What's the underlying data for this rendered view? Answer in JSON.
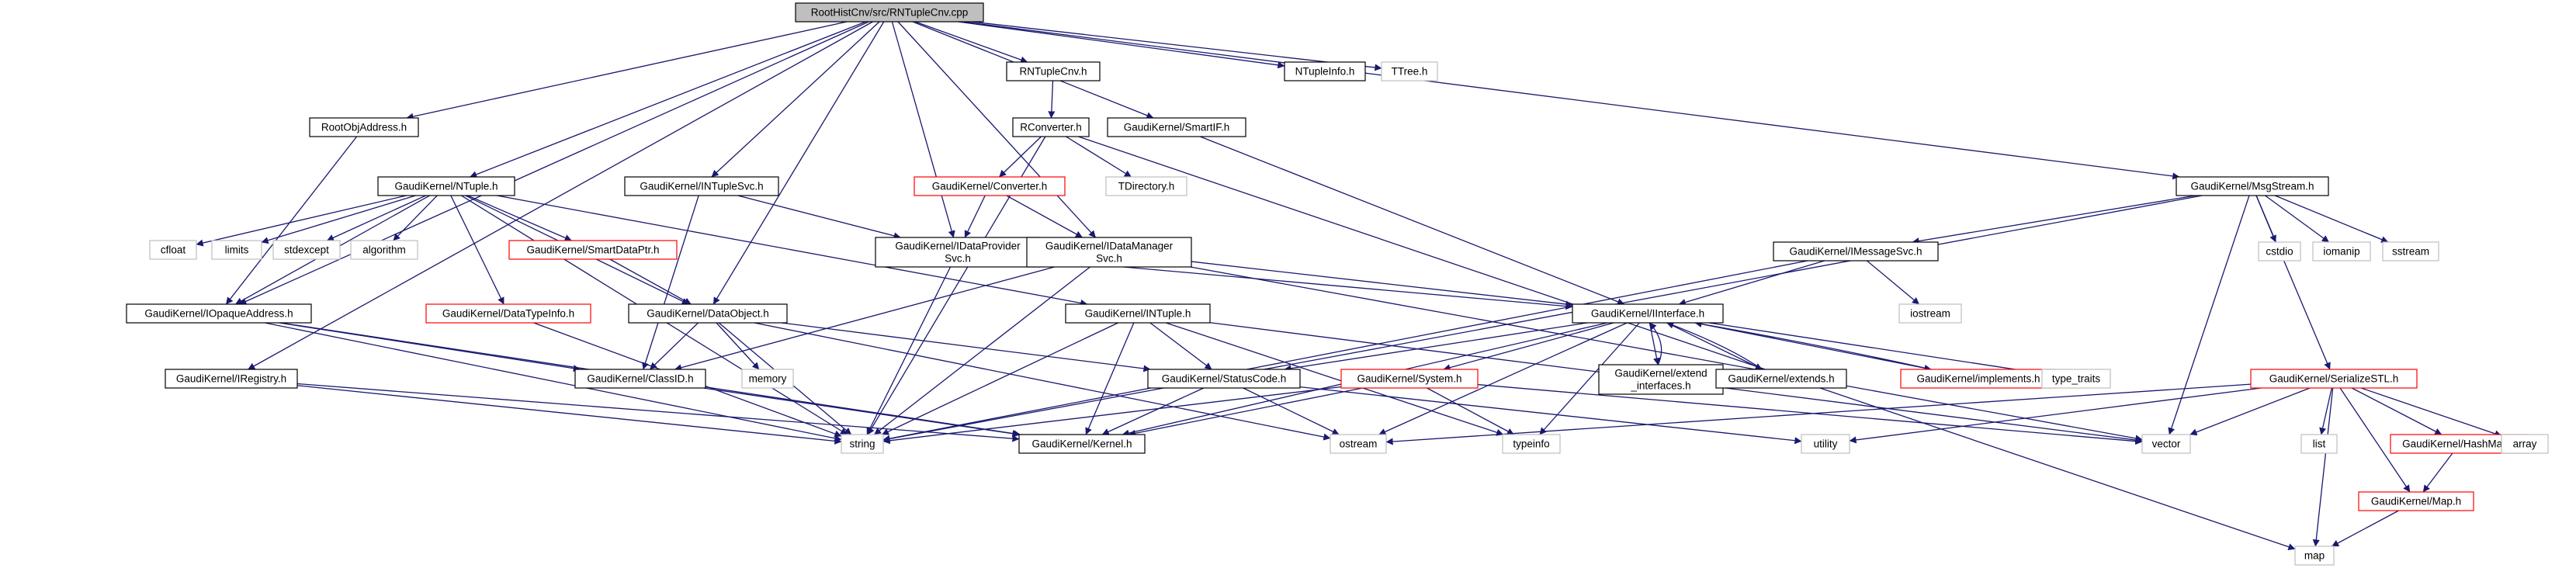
{
  "colors": {
    "edge": "#191970",
    "border_doc": "#000000",
    "border_missing": "#bfbfbf",
    "border_incomplete": "#ff0000",
    "root_fill": "#bfbfbf",
    "text": "#000000"
  },
  "nodes": [
    {
      "id": "root",
      "label": "RootHistCnv/src/RNTupleCnv.cpp",
      "kind": "root"
    },
    {
      "id": "rntuplecnv",
      "label": "RNTupleCnv.h",
      "kind": "doc"
    },
    {
      "id": "ntupleinfo",
      "label": "NTupleInfo.h",
      "kind": "doc"
    },
    {
      "id": "ttree",
      "label": "TTree.h",
      "kind": "missing"
    },
    {
      "id": "rootobjaddr",
      "label": "RootObjAddress.h",
      "kind": "doc"
    },
    {
      "id": "rconverter",
      "label": "RConverter.h",
      "kind": "doc"
    },
    {
      "id": "smartif",
      "label": "GaudiKernel/SmartIF.h",
      "kind": "doc"
    },
    {
      "id": "ntuple",
      "label": "GaudiKernel/NTuple.h",
      "kind": "doc"
    },
    {
      "id": "intuplesvc",
      "label": "GaudiKernel/INTupleSvc.h",
      "kind": "doc"
    },
    {
      "id": "converter",
      "label": "GaudiKernel/Converter.h",
      "kind": "incomplete"
    },
    {
      "id": "tdirectory",
      "label": "TDirectory.h",
      "kind": "missing"
    },
    {
      "id": "msgstream",
      "label": "GaudiKernel/MsgStream.h",
      "kind": "doc"
    },
    {
      "id": "cfloat",
      "label": "cfloat",
      "kind": "missing"
    },
    {
      "id": "limits",
      "label": "limits",
      "kind": "missing"
    },
    {
      "id": "stdexcept",
      "label": "stdexcept",
      "kind": "missing"
    },
    {
      "id": "algorithm",
      "label": "algorithm",
      "kind": "missing"
    },
    {
      "id": "smartdataptr",
      "label": "GaudiKernel/SmartDataPtr.h",
      "kind": "incomplete"
    },
    {
      "id": "idataprovider",
      "label": [
        "GaudiKernel/IDataProvider",
        "Svc.h"
      ],
      "kind": "doc"
    },
    {
      "id": "idatamanager",
      "label": [
        "GaudiKernel/IDataManager",
        "Svc.h"
      ],
      "kind": "doc"
    },
    {
      "id": "imessagesvc",
      "label": "GaudiKernel/IMessageSvc.h",
      "kind": "doc"
    },
    {
      "id": "cstdio",
      "label": "cstdio",
      "kind": "missing"
    },
    {
      "id": "iomanip",
      "label": "iomanip",
      "kind": "missing"
    },
    {
      "id": "sstream",
      "label": "sstream",
      "kind": "missing"
    },
    {
      "id": "datatypeinfo",
      "label": "GaudiKernel/DataTypeInfo.h",
      "kind": "incomplete"
    },
    {
      "id": "dataobject",
      "label": "GaudiKernel/DataObject.h",
      "kind": "doc"
    },
    {
      "id": "intupleh",
      "label": "GaudiKernel/INTuple.h",
      "kind": "doc"
    },
    {
      "id": "iinterface",
      "label": "GaudiKernel/IInterface.h",
      "kind": "doc"
    },
    {
      "id": "iostream",
      "label": "iostream",
      "kind": "missing"
    },
    {
      "id": "iopaqueaddr",
      "label": "GaudiKernel/IOpaqueAddress.h",
      "kind": "doc"
    },
    {
      "id": "memory",
      "label": "memory",
      "kind": "missing"
    },
    {
      "id": "iregistry",
      "label": "GaudiKernel/IRegistry.h",
      "kind": "doc"
    },
    {
      "id": "classid",
      "label": "GaudiKernel/ClassID.h",
      "kind": "doc"
    },
    {
      "id": "statuscode",
      "label": "GaudiKernel/StatusCode.h",
      "kind": "doc"
    },
    {
      "id": "system",
      "label": "GaudiKernel/System.h",
      "kind": "incomplete"
    },
    {
      "id": "extendifaces",
      "label": [
        "GaudiKernel/extend",
        "_interfaces.h"
      ],
      "kind": "doc"
    },
    {
      "id": "extends",
      "label": "GaudiKernel/extends.h",
      "kind": "doc"
    },
    {
      "id": "implements",
      "label": "GaudiKernel/implements.h",
      "kind": "incomplete"
    },
    {
      "id": "typetraits",
      "label": "type_traits",
      "kind": "missing"
    },
    {
      "id": "serializestl",
      "label": "GaudiKernel/SerializeSTL.h",
      "kind": "incomplete"
    },
    {
      "id": "string",
      "label": "string",
      "kind": "missing"
    },
    {
      "id": "kernel",
      "label": "GaudiKernel/Kernel.h",
      "kind": "doc"
    },
    {
      "id": "ostream",
      "label": "ostream",
      "kind": "missing"
    },
    {
      "id": "typeinfo",
      "label": "typeinfo",
      "kind": "missing"
    },
    {
      "id": "utility",
      "label": "utility",
      "kind": "missing"
    },
    {
      "id": "vector",
      "label": "vector",
      "kind": "missing"
    },
    {
      "id": "list",
      "label": "list",
      "kind": "missing"
    },
    {
      "id": "hashmap",
      "label": "GaudiKernel/HashMap.h",
      "kind": "incomplete"
    },
    {
      "id": "array",
      "label": "array",
      "kind": "missing"
    },
    {
      "id": "mapgk",
      "label": "GaudiKernel/Map.h",
      "kind": "incomplete"
    },
    {
      "id": "map",
      "label": "map",
      "kind": "missing"
    }
  ],
  "edges": [
    [
      "root",
      "rntuplecnv"
    ],
    [
      "root",
      "ntupleinfo"
    ],
    [
      "root",
      "ttree"
    ],
    [
      "root",
      "rootobjaddr"
    ],
    [
      "root",
      "smartif"
    ],
    [
      "root",
      "ntuple"
    ],
    [
      "root",
      "intuplesvc"
    ],
    [
      "root",
      "msgstream"
    ],
    [
      "root",
      "idataprovider"
    ],
    [
      "root",
      "idatamanager"
    ],
    [
      "root",
      "dataobject"
    ],
    [
      "root",
      "iopaqueaddr"
    ],
    [
      "root",
      "iregistry"
    ],
    [
      "rntuplecnv",
      "rconverter"
    ],
    [
      "rconverter",
      "converter"
    ],
    [
      "rconverter",
      "tdirectory"
    ],
    [
      "rconverter",
      "string"
    ],
    [
      "rconverter",
      "map"
    ],
    [
      "smartif",
      "iinterface"
    ],
    [
      "rootobjaddr",
      "iopaqueaddr"
    ],
    [
      "ntuple",
      "cfloat"
    ],
    [
      "ntuple",
      "limits"
    ],
    [
      "ntuple",
      "stdexcept"
    ],
    [
      "ntuple",
      "algorithm"
    ],
    [
      "ntuple",
      "smartdataptr"
    ],
    [
      "ntuple",
      "datatypeinfo"
    ],
    [
      "ntuple",
      "dataobject"
    ],
    [
      "ntuple",
      "intupleh"
    ],
    [
      "ntuple",
      "iopaqueaddr"
    ],
    [
      "ntuple",
      "string"
    ],
    [
      "intuplesvc",
      "idataprovider"
    ],
    [
      "intuplesvc",
      "classid"
    ],
    [
      "converter",
      "idataprovider"
    ],
    [
      "converter",
      "idatamanager"
    ],
    [
      "msgstream",
      "imessagesvc"
    ],
    [
      "msgstream",
      "cstdio"
    ],
    [
      "msgstream",
      "iomanip"
    ],
    [
      "msgstream",
      "sstream"
    ],
    [
      "msgstream",
      "serializestl"
    ],
    [
      "msgstream",
      "vector"
    ],
    [
      "msgstream",
      "string"
    ],
    [
      "smartdataptr",
      "dataobject"
    ],
    [
      "idataprovider",
      "iinterface"
    ],
    [
      "idataprovider",
      "string"
    ],
    [
      "idatamanager",
      "iinterface"
    ],
    [
      "idatamanager",
      "classid"
    ],
    [
      "idatamanager",
      "string"
    ],
    [
      "idatamanager",
      "vector"
    ],
    [
      "imessagesvc",
      "iinterface"
    ],
    [
      "imessagesvc",
      "iostream"
    ],
    [
      "imessagesvc",
      "string"
    ],
    [
      "datatypeinfo",
      "string"
    ],
    [
      "dataobject",
      "classid"
    ],
    [
      "dataobject",
      "statuscode"
    ],
    [
      "dataobject",
      "memory"
    ],
    [
      "dataobject",
      "string"
    ],
    [
      "dataobject",
      "ostream"
    ],
    [
      "intupleh",
      "statuscode"
    ],
    [
      "intupleh",
      "kernel"
    ],
    [
      "intupleh",
      "string"
    ],
    [
      "intupleh",
      "typeinfo"
    ],
    [
      "intupleh",
      "vector"
    ],
    [
      "iinterface",
      "extendifaces"
    ],
    [
      "iinterface",
      "extends"
    ],
    [
      "iinterface",
      "implements"
    ],
    [
      "iinterface",
      "statuscode"
    ],
    [
      "iinterface",
      "system"
    ],
    [
      "iinterface",
      "kernel"
    ],
    [
      "iinterface",
      "typetraits"
    ],
    [
      "iinterface",
      "ostream"
    ],
    [
      "iinterface",
      "typeinfo"
    ],
    [
      "extendifaces",
      "iinterface"
    ],
    [
      "extends",
      "iinterface"
    ],
    [
      "implements",
      "iinterface"
    ],
    [
      "iopaqueaddr",
      "classid"
    ],
    [
      "iopaqueaddr",
      "kernel"
    ],
    [
      "iopaqueaddr",
      "string"
    ],
    [
      "iregistry",
      "kernel"
    ],
    [
      "iregistry",
      "string"
    ],
    [
      "classid",
      "kernel"
    ],
    [
      "statuscode",
      "kernel"
    ],
    [
      "statuscode",
      "ostream"
    ],
    [
      "statuscode",
      "utility"
    ],
    [
      "system",
      "kernel"
    ],
    [
      "system",
      "string"
    ],
    [
      "system",
      "typeinfo"
    ],
    [
      "system",
      "vector"
    ],
    [
      "serializestl",
      "ostream"
    ],
    [
      "serializestl",
      "utility"
    ],
    [
      "serializestl",
      "vector"
    ],
    [
      "serializestl",
      "list"
    ],
    [
      "serializestl",
      "hashmap"
    ],
    [
      "serializestl",
      "array"
    ],
    [
      "serializestl",
      "mapgk"
    ],
    [
      "serializestl",
      "map"
    ],
    [
      "hashmap",
      "mapgk"
    ],
    [
      "mapgk",
      "map"
    ]
  ]
}
